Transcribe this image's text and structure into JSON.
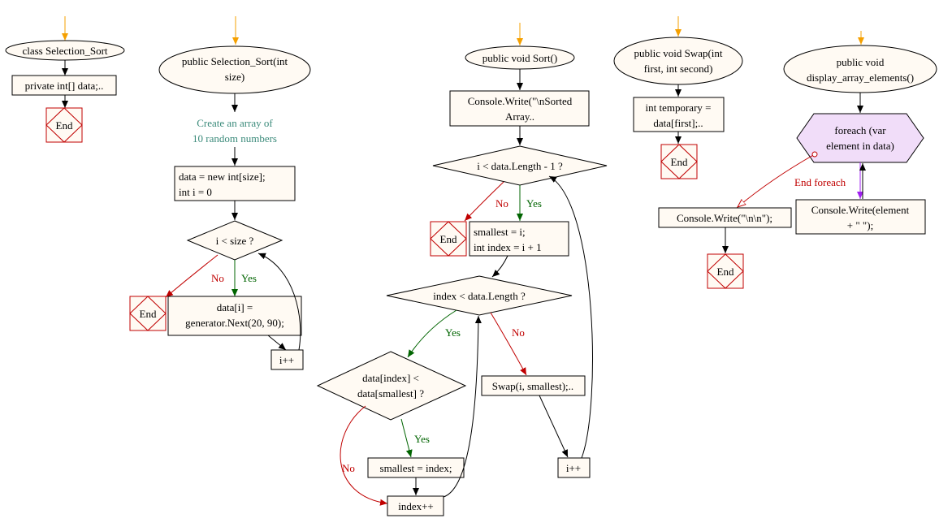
{
  "labels": {
    "yes": "Yes",
    "no": "No",
    "end": "End",
    "end_foreach": "End foreach"
  },
  "col1": {
    "class_header": "class Selection_Sort",
    "fields": "private int[] data;.."
  },
  "col2": {
    "ctor_header": [
      "public Selection_Sort(int",
      "size)"
    ],
    "comment": [
      "Create an array of",
      "10 random numbers"
    ],
    "init": [
      "data = new int[size];",
      "int i = 0"
    ],
    "cond": "i < size ?",
    "assign": [
      "data[i] =",
      "generator.Next(20, 90);"
    ],
    "incr": "i++"
  },
  "col3": {
    "sort_header": "public void Sort()",
    "write": [
      "Console.Write(\"\\nSorted",
      "Array.."
    ],
    "outer_cond": "i < data.Length - 1 ?",
    "init": [
      "smallest = i;",
      "int index = i + 1"
    ],
    "inner_cond": "index < data.Length ?",
    "compare": [
      "data[index] <",
      "data[smallest] ?"
    ],
    "set_smallest": "smallest = index;",
    "index_incr": "index++",
    "swap_call": "Swap(i, smallest);..",
    "i_incr": "i++"
  },
  "col4": {
    "swap_header": [
      "public void Swap(int",
      "first, int second)"
    ],
    "temp": [
      "int temporary =",
      "data[first];.."
    ]
  },
  "col5": {
    "display_header": [
      "public void",
      "display_array_elements()"
    ],
    "foreach": [
      "foreach (var",
      "element in data)"
    ],
    "write_elem": [
      "Console.Write(element",
      "+ \" \");"
    ],
    "write_newline": "Console.Write(\"\\n\\n\");"
  },
  "colors": {
    "start_arrow": "#f5a000",
    "no_edge": "#c00000",
    "yes_edge": "#006400",
    "foreach_fill": "#f1ddf9",
    "node_fill": "#fffaf3",
    "comment_text": "#3a8a7a"
  }
}
